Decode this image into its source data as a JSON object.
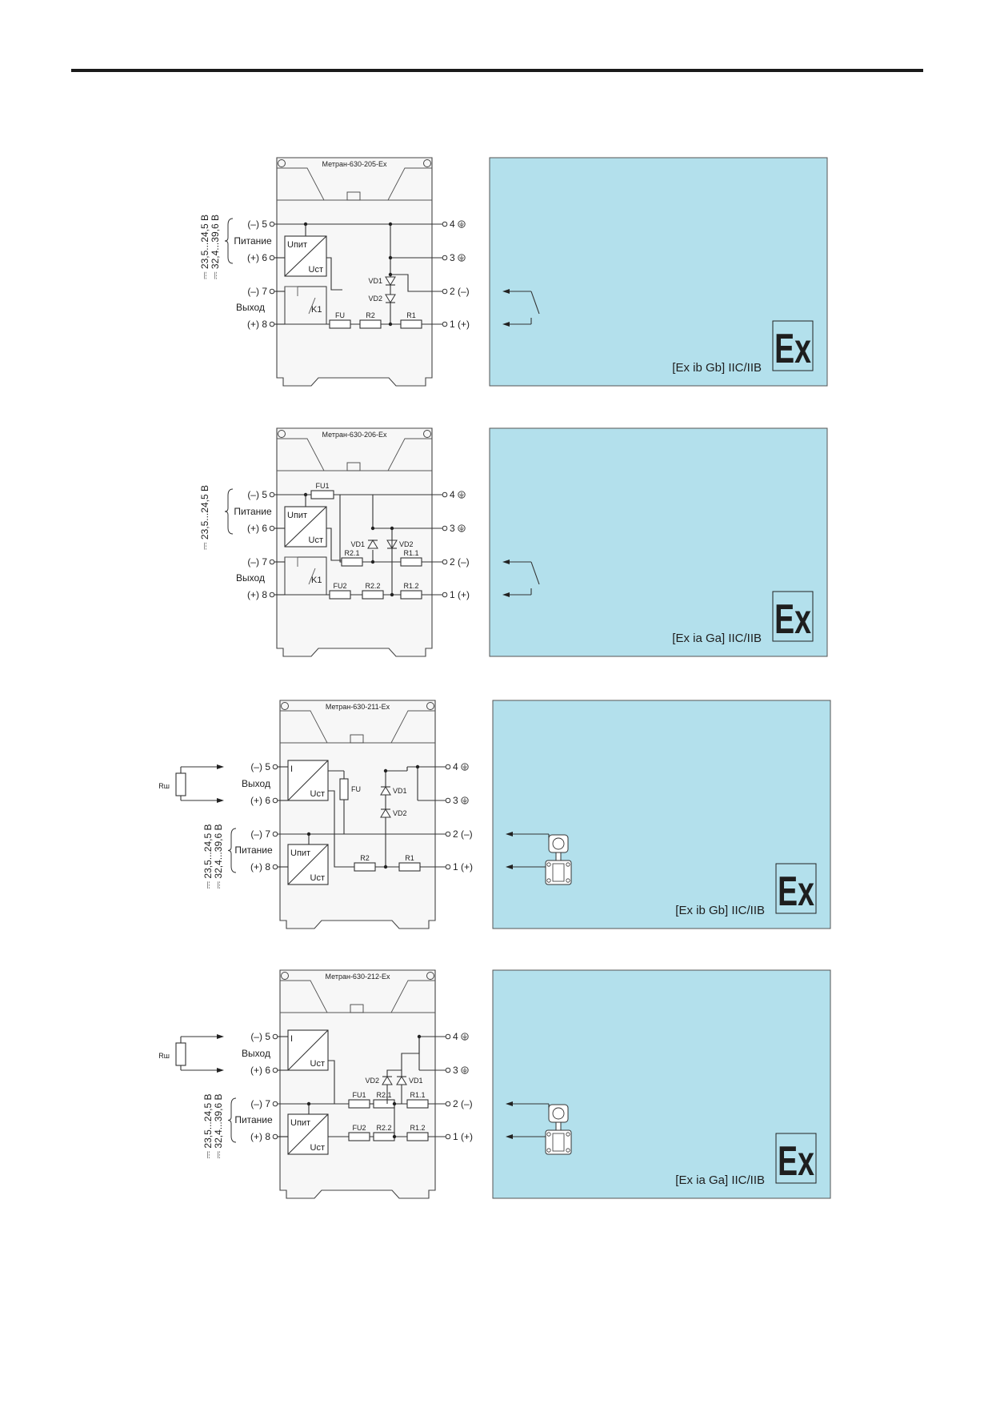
{
  "document": {
    "panels": [
      {
        "model": "Метран-630-205-Ex",
        "mode": "relay",
        "power_first": true,
        "voltage_lines": [
          "⎓ 23,5...24,5 В",
          "⎓ 32,4...39,6 В"
        ],
        "group_top": "Питание",
        "group_bottom": "Выход",
        "left_terminals": [
          "(–) 5",
          "(+) 6",
          "(–) 7",
          "(+) 8"
        ],
        "right_terminals": [
          "4 ⏚",
          "3 ⏚",
          "2 (–)",
          "1 (+)"
        ],
        "block_top": [
          "Uпит",
          "Uст"
        ],
        "relay_label": "K1",
        "fuses": [
          "FU"
        ],
        "resistors": [
          "R2",
          "R1"
        ],
        "diodes": [
          "VD1",
          "VD2"
        ],
        "marking": "[Ex ib Gb] IIC/IIB",
        "ex_symbol": "Ex",
        "field_device": "switch"
      },
      {
        "model": "Метран-630-206-Ex",
        "mode": "relay",
        "power_first": true,
        "voltage_lines": [
          "⎓ 23,5...24,5 В"
        ],
        "group_top": "Питание",
        "group_bottom": "Выход",
        "left_terminals": [
          "(–) 5",
          "(+) 6",
          "(–) 7",
          "(+) 8"
        ],
        "right_terminals": [
          "4 ⏚",
          "3 ⏚",
          "2 (–)",
          "1 (+)"
        ],
        "block_top": [
          "Uпит",
          "Uст"
        ],
        "relay_label": "K1",
        "fuses": [
          "FU1",
          "FU2"
        ],
        "resistors": [
          "R2.1",
          "R1.1",
          "R2.2",
          "R1.2"
        ],
        "diodes": [
          "VD1",
          "VD2"
        ],
        "marking": "[Ex ia Ga] IIC/IIB",
        "ex_symbol": "Ex",
        "field_device": "switch"
      },
      {
        "model": "Метран-630-211-Ex",
        "mode": "current",
        "power_first": false,
        "voltage_lines": [
          "⎓ 23,5...24,5 В",
          "⎓ 32,4...39,6 В"
        ],
        "group_top": "Выход",
        "group_bottom": "Питание",
        "shunt_label": "Rш",
        "left_terminals": [
          "(–) 5",
          "(+) 6",
          "(–) 7",
          "(+) 8"
        ],
        "right_terminals": [
          "4 ⏚",
          "3 ⏚",
          "2 (–)",
          "1 (+)"
        ],
        "block_top": [
          "I",
          "Uст"
        ],
        "block_bottom": [
          "Uпит",
          "Uст"
        ],
        "fuses": [
          "FU"
        ],
        "resistors": [
          "R2",
          "R1"
        ],
        "diodes": [
          "VD1",
          "VD2"
        ],
        "marking": "[Ex ib Gb] IIC/IIB",
        "ex_symbol": "Ex",
        "field_device": "transmitter"
      },
      {
        "model": "Метран-630-212-Ex",
        "mode": "current",
        "power_first": false,
        "voltage_lines": [
          "⎓ 23,5...24,5 В",
          "⎓ 32,4...39,6 В"
        ],
        "group_top": "Выход",
        "group_bottom": "Питание",
        "shunt_label": "Rш",
        "left_terminals": [
          "(–) 5",
          "(+) 6",
          "(–) 7",
          "(+) 8"
        ],
        "right_terminals": [
          "4 ⏚",
          "3 ⏚",
          "2 (–)",
          "1 (+)"
        ],
        "block_top": [
          "I",
          "Uст"
        ],
        "block_bottom": [
          "Uпит",
          "Uст"
        ],
        "fuses": [
          "FU1",
          "FU2"
        ],
        "resistors": [
          "R2.1",
          "R1.1",
          "R2.2",
          "R1.2"
        ],
        "diodes": [
          "VD2",
          "VD1"
        ],
        "marking": "[Ex ia Ga] IIC/IIB",
        "ex_symbol": "Ex",
        "field_device": "transmitter"
      }
    ],
    "colors": {
      "hazard_zone": "#b3e0ec",
      "line": "#333333",
      "rule": "#1a1a1a"
    }
  }
}
